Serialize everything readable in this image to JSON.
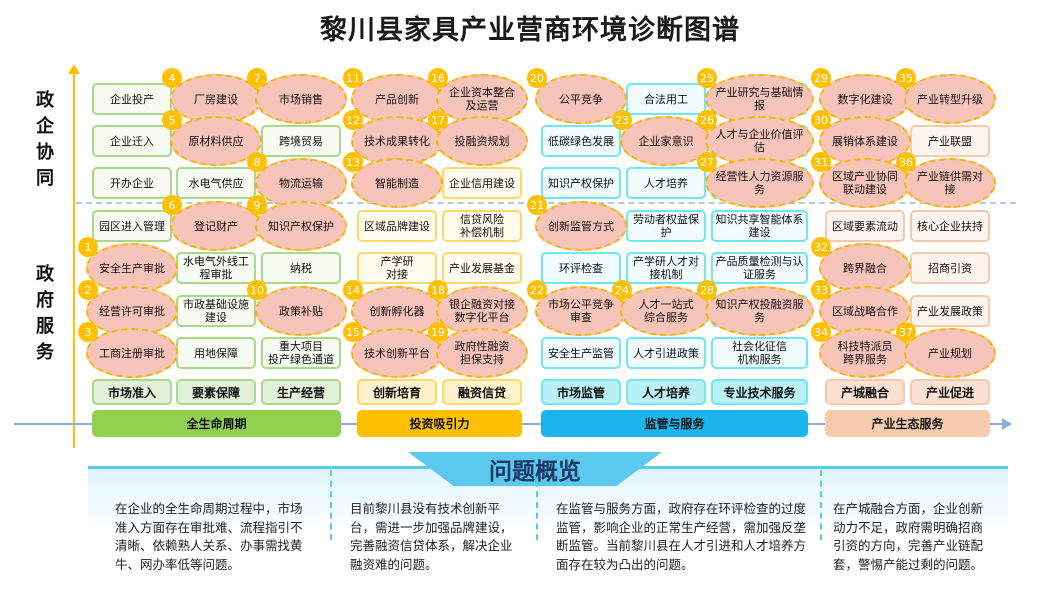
{
  "title": "黎川县家具产业营商环境诊断图谱",
  "side_labels": {
    "top": "政\n企\n协\n同",
    "bottom": "政\n府\n服\n务"
  },
  "groups": [
    {
      "name": "全生命周期",
      "colors": {
        "border": "#a9d98a",
        "bg": "#f7fbf2",
        "cat": "#e2f0d9",
        "bar": "#92d050"
      },
      "columns": [
        {
          "category": "市场准入",
          "cells": [
            [
              "企业投产",
              null
            ],
            [
              "企业迁入",
              null
            ],
            [
              "开办企业",
              null
            ],
            [
              "园区进入管理",
              null
            ],
            [
              "安全生产审批",
              "1"
            ],
            [
              "经营许可审批",
              "2"
            ],
            [
              "工商注册审批",
              "3"
            ]
          ]
        },
        {
          "category": "要素保障",
          "cells": [
            [
              "厂房建设",
              "4"
            ],
            [
              "原材料供应",
              "5"
            ],
            [
              "水电气供应",
              null
            ],
            [
              "登记财产",
              "6"
            ],
            [
              "水电气外线工\n程审批",
              null
            ],
            [
              "市政基础设施\n建设",
              null
            ],
            [
              "用地保障",
              null
            ]
          ]
        },
        {
          "category": "生产经营",
          "cells": [
            [
              "市场销售",
              "7"
            ],
            [
              "跨境贸易",
              null
            ],
            [
              "物流运输",
              "8"
            ],
            [
              "知识产权保护",
              "9"
            ],
            [
              "纳税",
              null
            ],
            [
              "政策补贴",
              "10"
            ],
            [
              "重大项目\n投产绿色通道",
              null
            ]
          ]
        }
      ]
    },
    {
      "name": "投资吸引力",
      "colors": {
        "border": "#ffd966",
        "bg": "#fffcee",
        "cat": "#fff2cc",
        "bar": "#ffc000"
      },
      "columns": [
        {
          "category": "创新培育",
          "cells": [
            [
              "产品创新",
              "11"
            ],
            [
              "技术成果转化",
              "12"
            ],
            [
              "智能制造",
              "13"
            ],
            [
              "区域品牌建设",
              null
            ],
            [
              "产学研\n对接",
              null
            ],
            [
              "创新孵化器",
              "14"
            ],
            [
              "技术创新平台",
              "15"
            ]
          ]
        },
        {
          "category": "融资信贷",
          "cells": [
            [
              "企业资本整合\n及运营",
              "16"
            ],
            [
              "投融资规划",
              "17"
            ],
            [
              "企业信用建设",
              null
            ],
            [
              "信贷风险\n补偿机制",
              null
            ],
            [
              "产业发展基金",
              null
            ],
            [
              "银企融资对接\n数字化平台",
              "18"
            ],
            [
              "政府性融资\n担保支持",
              "19"
            ]
          ]
        }
      ]
    },
    {
      "name": "监管与服务",
      "colors": {
        "border": "#6ee8f2",
        "bg": "#f0fcfe",
        "cat": "#b9f1f7",
        "bar": "#1cb4ec"
      },
      "columns": [
        {
          "category": "市场监管",
          "cells": [
            [
              "公平竞争",
              "20"
            ],
            [
              "低碳绿色发展",
              null
            ],
            [
              "知识产权保护",
              null
            ],
            [
              "创新监管方式",
              "21"
            ],
            [
              "环评检查",
              null
            ],
            [
              "市场公平竞争\n审查",
              "22"
            ],
            [
              "安全生产监管",
              null
            ]
          ]
        },
        {
          "category": "人才培养",
          "cells": [
            [
              "合法用工",
              null
            ],
            [
              "企业家意识",
              "23"
            ],
            [
              "人才培养",
              null
            ],
            [
              "劳动者权益保\n护",
              null
            ],
            [
              "产学研人才对\n接机制",
              null
            ],
            [
              "人才一站式\n综合服务",
              "24"
            ],
            [
              "人才引进政策",
              null
            ]
          ]
        },
        {
          "category": "专业技术服务",
          "cells": [
            [
              "产业研究与基础情\n报",
              "25"
            ],
            [
              "人才与企业价值评\n估",
              "26"
            ],
            [
              "经营性人力资源服\n务",
              "27"
            ],
            [
              "知识共享智能体系\n建设",
              null
            ],
            [
              "产品质量检测与认\n证服务",
              null
            ],
            [
              "知识产权投融资服\n务",
              "28"
            ],
            [
              "社会化征信\n机构服务",
              null
            ]
          ]
        }
      ]
    },
    {
      "name": "产业生态服务",
      "colors": {
        "border": "#f4c9ad",
        "bg": "#fdf4ee",
        "cat": "#fbe1d2",
        "bar": "#f8cbad"
      },
      "columns": [
        {
          "category": "产城融合",
          "cells": [
            [
              "数字化建设",
              "29"
            ],
            [
              "展销体系建设",
              "30"
            ],
            [
              "区域产业协同\n联动建设",
              "31"
            ],
            [
              "区域要素流动",
              null
            ],
            [
              "跨界融合",
              "32"
            ],
            [
              "区域战略合作",
              "33"
            ],
            [
              "科技特派员\n跨界服务",
              "34"
            ]
          ]
        },
        {
          "category": "产业促进",
          "cells": [
            [
              "产业转型升级",
              "35"
            ],
            [
              "产业联盟",
              null
            ],
            [
              "产业链供需对\n接",
              "36"
            ],
            [
              "核心企业扶持",
              null
            ],
            [
              "招商引资",
              null
            ],
            [
              "产业发展政策",
              null
            ],
            [
              "产业规划",
              "37"
            ]
          ]
        }
      ]
    }
  ],
  "overview": {
    "title": "问题概览",
    "paragraphs": [
      "在企业的全生命周期过程中，市场准入方面存在审批难、流程指引不清晰、依赖熟人关系、办事需找黄牛、网办率低等问题。",
      "目前黎川县没有技术创新平台，需进一步加强品牌建设，完善融资信贷体系，解决企业融资难的问题。",
      "在监管与服务方面，政府存在环评检查的过度监管，影响企业的正常生产经营，需加强反垄断监管。当前黎川县在人才引进和人才培养方面存在较为凸出的问题。",
      "在产城融合方面，企业创新动力不足，政府需明确招商引资的方向，完善产业链配套，警惕产能过剩的问题。"
    ]
  },
  "highlight_color": "#f7c4b9",
  "badge_color": "#ffc000"
}
